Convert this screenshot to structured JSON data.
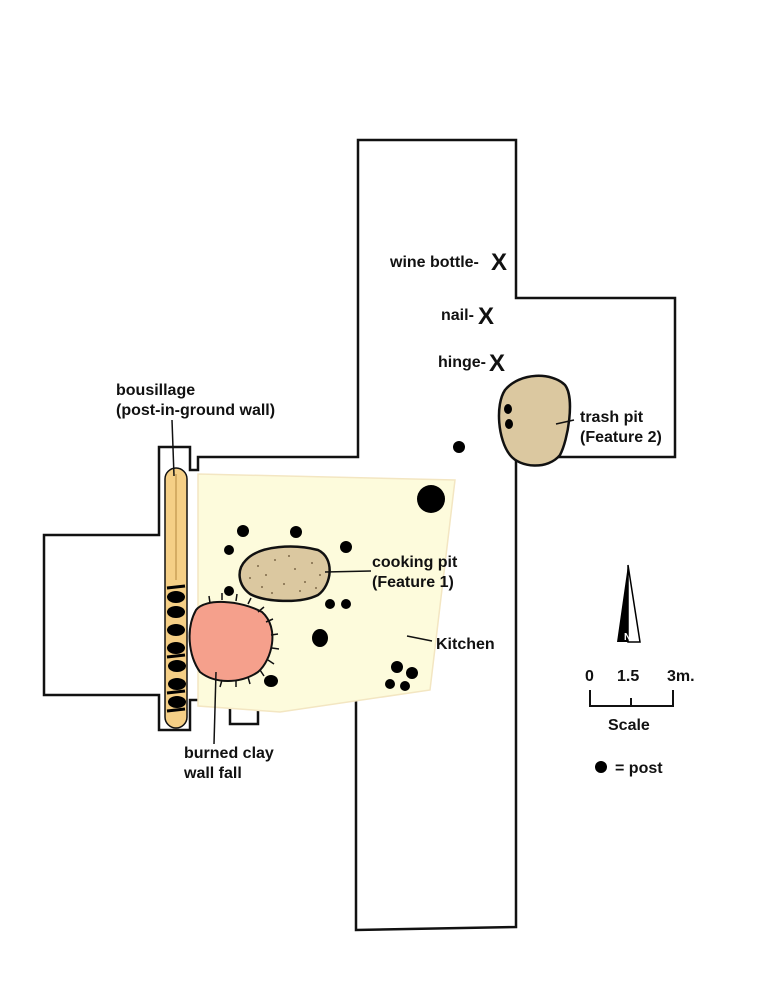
{
  "labels": {
    "wine_bottle": "wine bottle-",
    "nail": "nail-",
    "hinge": "hinge-",
    "x_mark": "X",
    "bousillage_line1": "bousillage",
    "bousillage_line2": "(post-in-ground wall)",
    "trash_pit_line1": "trash pit",
    "trash_pit_line2": "(Feature 2)",
    "cooking_pit_line1": "cooking pit",
    "cooking_pit_line2": "(Feature 1)",
    "kitchen": "Kitchen",
    "burned_clay_line1": "burned clay",
    "burned_clay_line2": "wall fall"
  },
  "north_arrow": {
    "letter": "N"
  },
  "scale": {
    "ticks": [
      "0",
      "1.5",
      "3m."
    ],
    "title": "Scale"
  },
  "legend": {
    "post_label": "= post"
  },
  "colors": {
    "excavation_outline": "#111111",
    "kitchen_floor": "#fdfbdc",
    "pit_fill": "#dbc8a0",
    "burned_clay": "#f5a08c",
    "wall_fill": "#f5cf86",
    "post": "#000000"
  }
}
